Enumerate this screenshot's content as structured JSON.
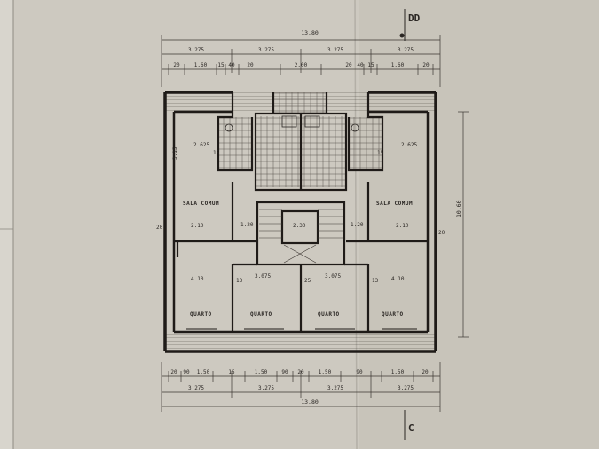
{
  "drawing": {
    "section_markers": {
      "top": "DD",
      "bottom": "C"
    },
    "dimensions": {
      "total_top": "13.80",
      "top_modules": [
        "3.275",
        "3.275",
        "3.275",
        "3.275"
      ],
      "top_detail": [
        "20",
        "1.60",
        "15",
        "40",
        "20",
        "2.00",
        "20",
        "40",
        "15",
        "1.60",
        "20"
      ],
      "total_bottom": "13.80",
      "bottom_modules": [
        "3.275",
        "3.275",
        "3.275",
        "3.275"
      ],
      "bottom_detail": [
        "20",
        "90",
        "1.50",
        "15",
        "1.50",
        "90",
        "20",
        "1.50",
        "90",
        "1.50",
        "20"
      ],
      "right_overall": "10.60"
    },
    "rooms": {
      "sala_left": "SALA COMUM",
      "sala_right": "SALA COMUM",
      "quartos": [
        "QUARTO",
        "QUARTO",
        "QUARTO",
        "QUARTO"
      ]
    },
    "room_dims": {
      "sala_left_w": "2.625",
      "sala_right_w": "2.625",
      "sala_left_d": "3.15",
      "wall_left": "15",
      "wall_right": "15",
      "hall_left_w": "1.20",
      "hall_right_w": "1.20",
      "hall_left_d": "2.10",
      "hall_right_d": "2.10",
      "quarto_a_h": "4.10",
      "quarto_b_w": "3.075",
      "quarto_c_w": "3.075",
      "quarto_d_h": "4.10",
      "q_wall_a": "13",
      "q_wall_b": "25",
      "q_wall_c": "13",
      "stair_label": "2.30",
      "outer_left": "20",
      "outer_right": "20"
    }
  }
}
